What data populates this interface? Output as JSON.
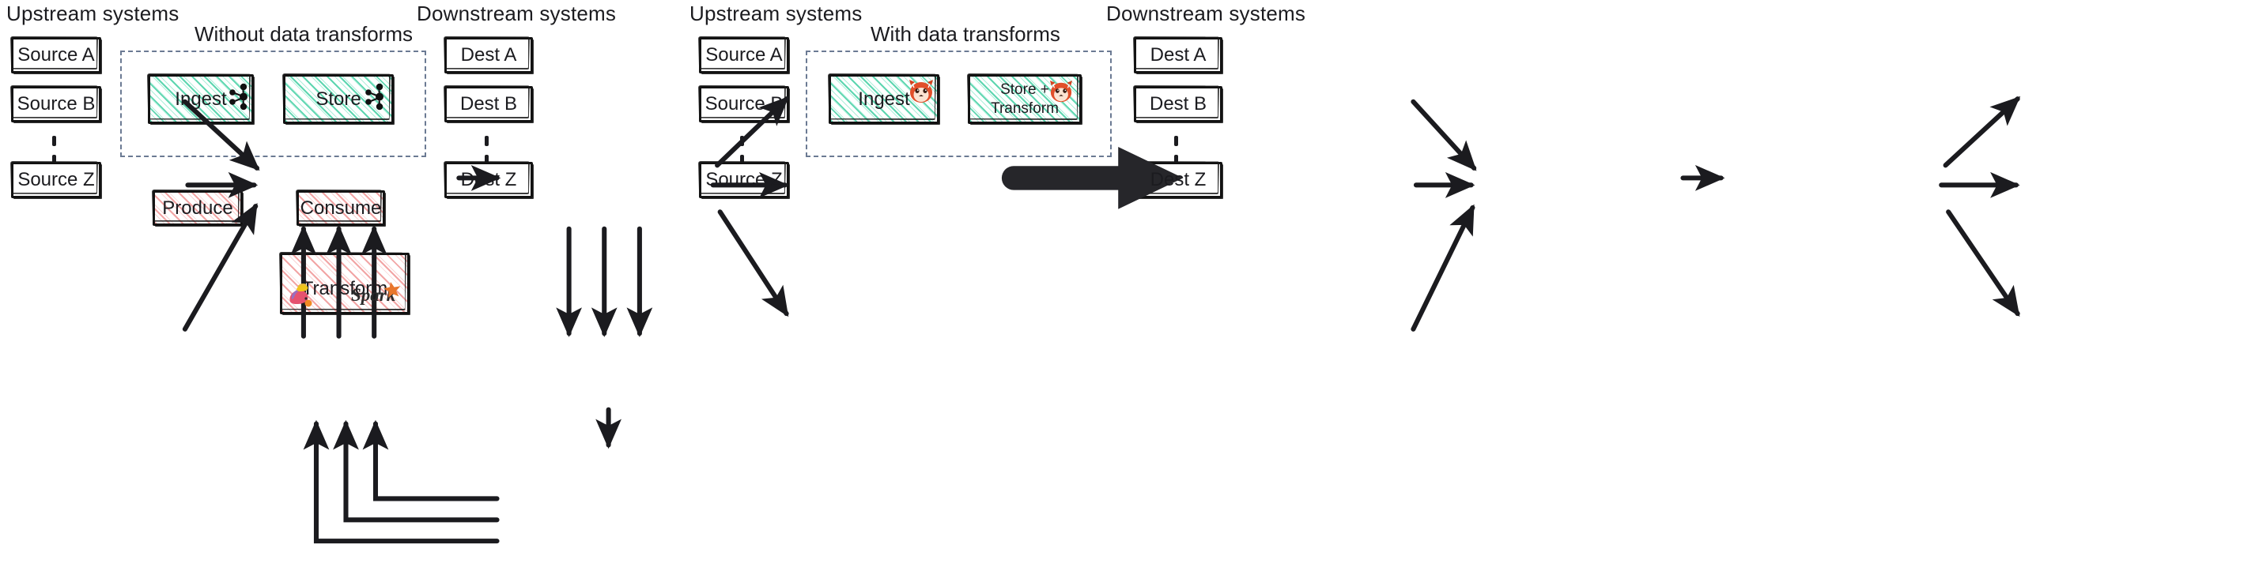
{
  "diagram": {
    "type": "architecture-comparison",
    "left_panel": {
      "title": "Without data transforms",
      "upstream_header": "Upstream systems",
      "downstream_header": "Downstream systems",
      "sources": [
        "Source A",
        "Source B",
        "Source Z"
      ],
      "destinations": [
        "Dest A",
        "Dest B",
        "Dest Z"
      ],
      "pipeline": [
        {
          "label": "Ingest",
          "icon": "kafka-icon",
          "fill": "green-hatch"
        },
        {
          "label": "Store",
          "icon": "kafka-icon",
          "fill": "green-hatch"
        }
      ],
      "external_stages": [
        {
          "label": "Produce",
          "fill": "red-hatch"
        },
        {
          "label": "Consume",
          "fill": "red-hatch"
        },
        {
          "label": "Transform",
          "fill": "red-hatch",
          "icons": [
            "flink-icon",
            "spark-icon"
          ],
          "spark_wordmark": "Spark"
        }
      ]
    },
    "right_panel": {
      "title": "With data transforms",
      "upstream_header": "Upstream systems",
      "downstream_header": "Downstream systems",
      "sources": [
        "Source A",
        "Source B",
        "Source Z"
      ],
      "destinations": [
        "Dest A",
        "Dest B",
        "Dest Z"
      ],
      "pipeline": [
        {
          "label": "Ingest",
          "icon": "redpanda-icon",
          "fill": "green-hatch"
        },
        {
          "label": "Store +\nTransform",
          "line1": "Store +",
          "line2": "Transform",
          "icon": "redpanda-icon",
          "fill": "green-hatch"
        }
      ]
    },
    "center_arrow": "big-right-arrow",
    "colors": {
      "ink": "#121212",
      "green_hatch": "#5ed6b0",
      "red_hatch": "#f2a5a5",
      "dashed_boundary": "#6b7a93",
      "redpanda_red": "#e14f2a",
      "spark_orange": "#e8762c",
      "flink_pink": "#e6526f"
    }
  }
}
